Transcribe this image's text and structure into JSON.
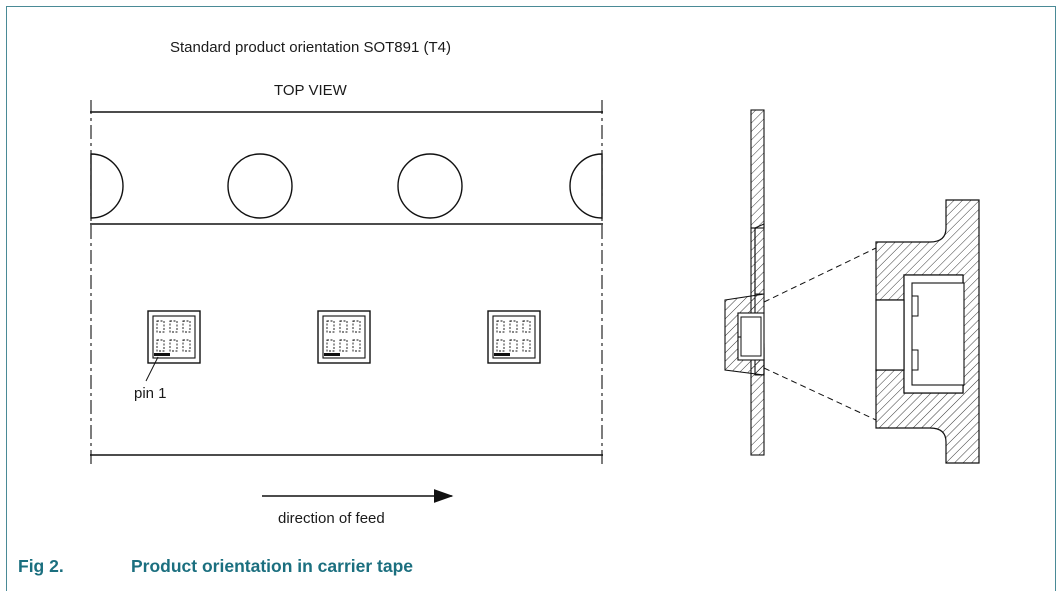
{
  "figure": {
    "title": "Standard product orientation SOT891  (T4)",
    "view_label": "TOP VIEW",
    "pin_label": "pin 1",
    "feed_label": "direction of feed",
    "caption_number": "Fig 2.",
    "caption_text": "Product orientation in carrier tape",
    "accent_color": "#1b6f7f",
    "frame_color": "#4a8a96"
  }
}
